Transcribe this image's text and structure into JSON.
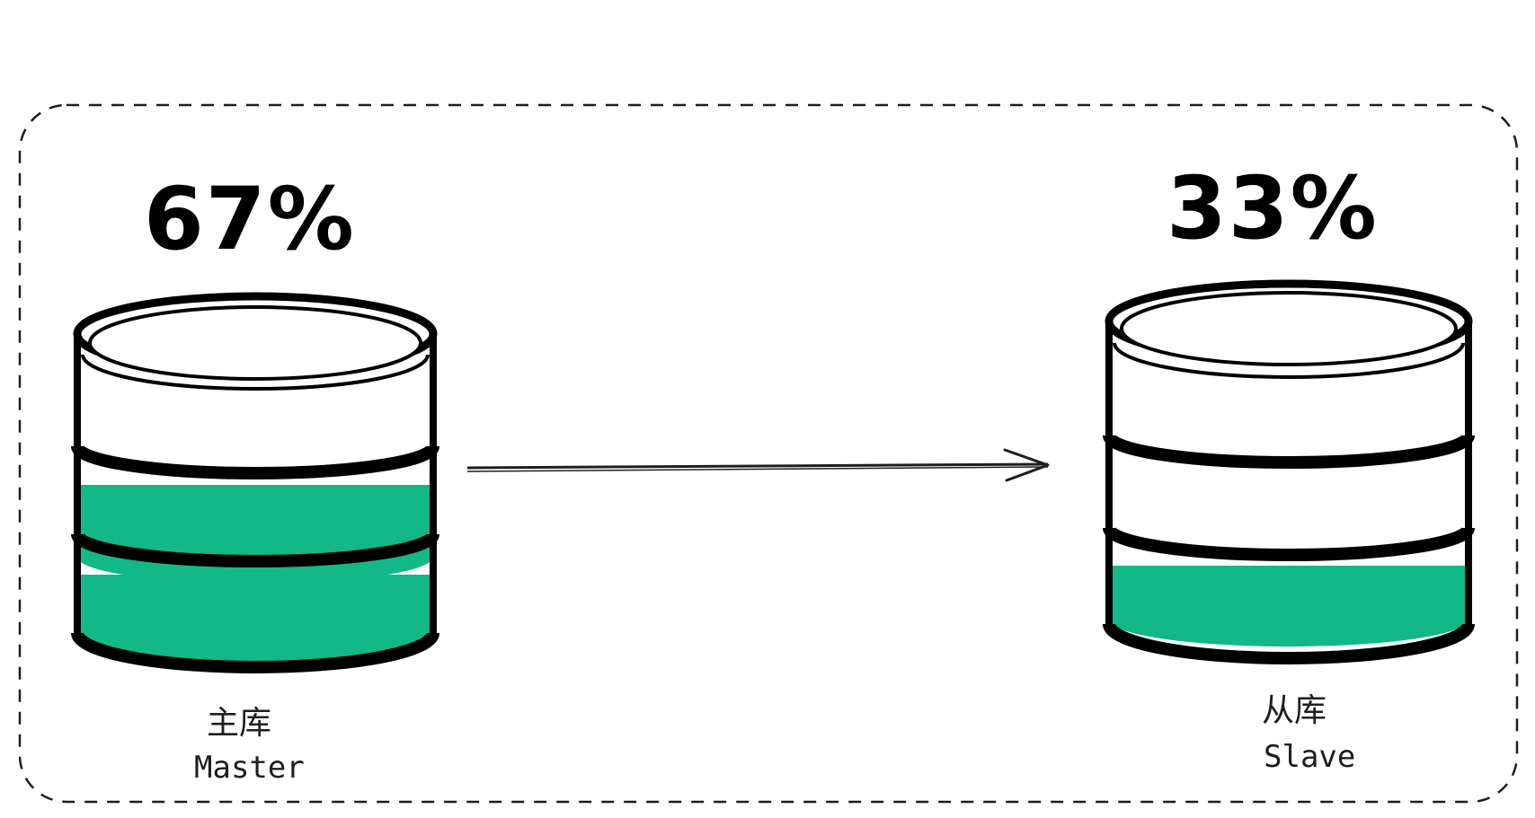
{
  "colors": {
    "stroke": "#000000",
    "fill_used": "#12b886",
    "fill_empty": "#ffffff",
    "group_border": "#1e1e1e"
  },
  "master": {
    "percent": "67%",
    "label_cn": "主库",
    "label_en": "Master",
    "filled_layers": 2,
    "total_layers": 3
  },
  "slave": {
    "percent": "33%",
    "label_cn": "从库",
    "label_en": "Slave",
    "filled_layers": 1,
    "total_layers": 3
  }
}
